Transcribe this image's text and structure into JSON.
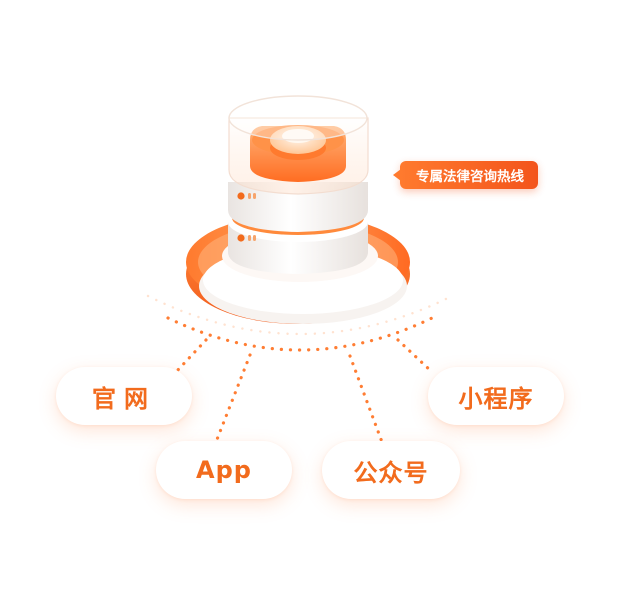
{
  "hotline_badge": "专属法律咨询热线",
  "channels": {
    "web": "官网",
    "app": "App",
    "official_account": "公众号",
    "mini_program": "小程序"
  },
  "colors": {
    "accent": "#f26b1d",
    "accent_light": "#ffa366",
    "platform_white": "#f5f2f0"
  }
}
